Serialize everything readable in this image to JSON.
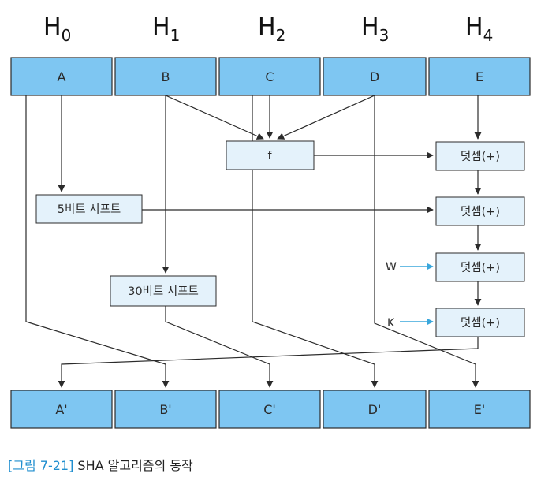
{
  "headers": [
    {
      "base": "H",
      "sub": "0"
    },
    {
      "base": "H",
      "sub": "1"
    },
    {
      "base": "H",
      "sub": "2"
    },
    {
      "base": "H",
      "sub": "3"
    },
    {
      "base": "H",
      "sub": "4"
    }
  ],
  "top_registers": [
    "A",
    "B",
    "C",
    "D",
    "E"
  ],
  "bottom_registers": [
    "A'",
    "B'",
    "C'",
    "D'",
    "E'"
  ],
  "ops": {
    "f": "f",
    "shift5": "5비트 시프트",
    "shift30": "30비트 시프트",
    "add1": "덧셈(+)",
    "add2": "덧셈(+)",
    "add3": "덧셈(+)",
    "add4": "덧셈(+)"
  },
  "inputs": {
    "w": "W",
    "k": "K"
  },
  "caption": {
    "label": "[그림 7-21]",
    "text": " SHA 알고리즘의 동작"
  },
  "colors": {
    "register_fill": "#7ec6f2",
    "op_fill": "#e4f2fb",
    "arrow_blue": "#3aa7dc",
    "caption_label": "#1f8ecf"
  }
}
